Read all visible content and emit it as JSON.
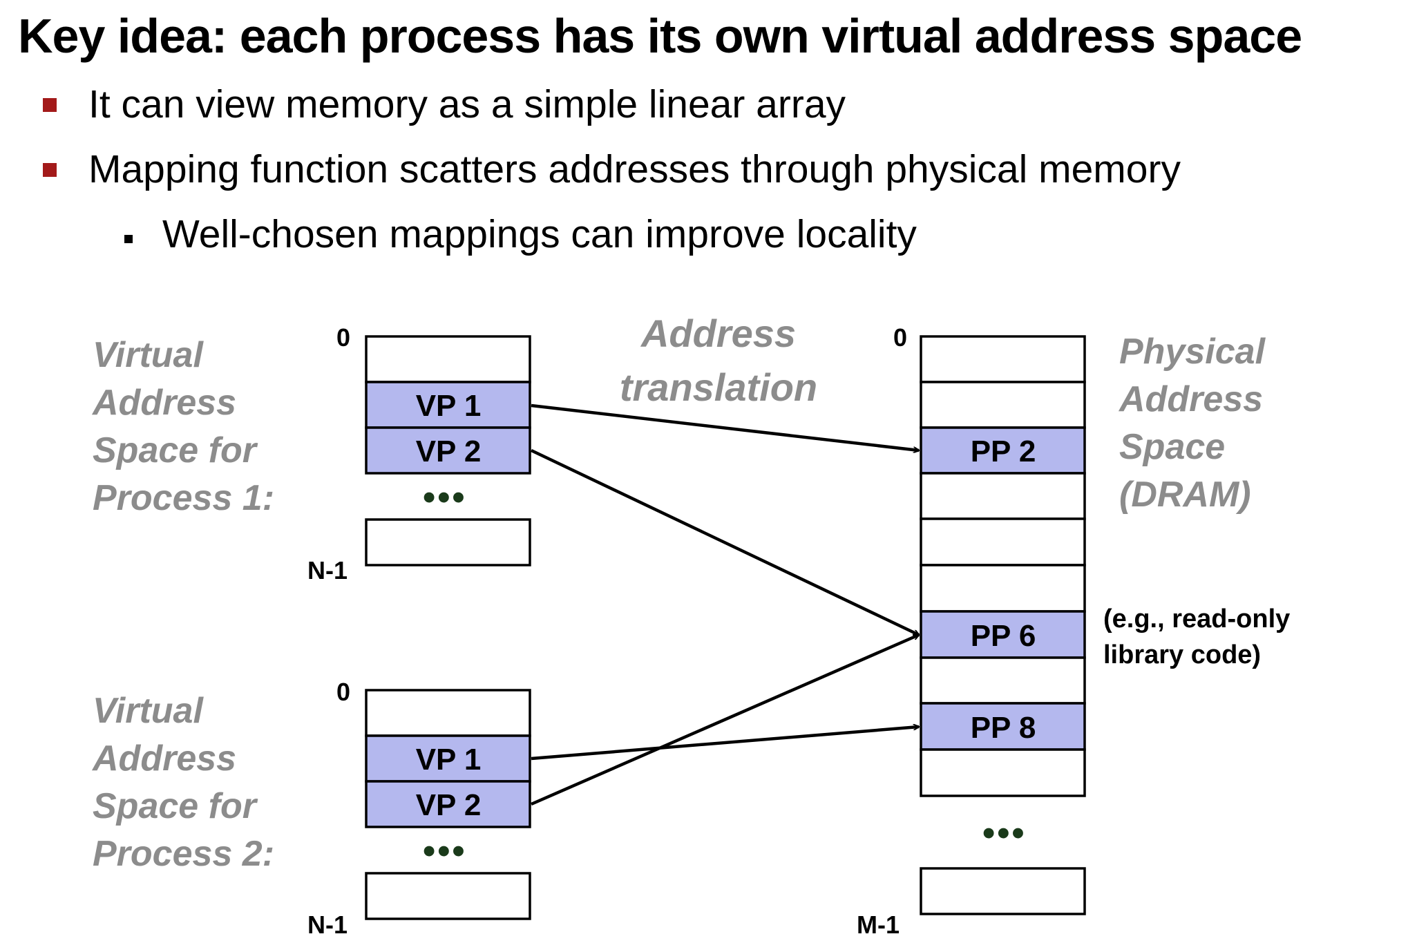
{
  "slide": {
    "title": "Key idea: each process has its own virtual address space",
    "bullets": [
      "It can view memory as a simple linear array",
      "Mapping function scatters addresses through physical memory"
    ],
    "sub_bullets": [
      "Well-chosen mappings can improve locality"
    ]
  },
  "diagram": {
    "process1_label": "Virtual\nAddress\nSpace for\nProcess 1:",
    "process2_label": "Virtual\nAddress\nSpace for\nProcess 2:",
    "translation_label": "Address\ntranslation",
    "physical_label": "Physical\nAddress\nSpace\n(DRAM)",
    "virtual_top": "0",
    "virtual_bottom": "N-1",
    "physical_top": "0",
    "physical_bottom": "M-1",
    "ellipsis": "•••",
    "vp1": "VP 1",
    "vp2": "VP 2",
    "pp2": "PP 2",
    "pp6": "PP 6",
    "pp8": "PP 8",
    "note": "(e.g., read-only\nlibrary code)",
    "colors": {
      "page_fill": "#b4b8ee",
      "bullet": "#a31a1a",
      "label_gray": "#8c8c8c"
    }
  }
}
